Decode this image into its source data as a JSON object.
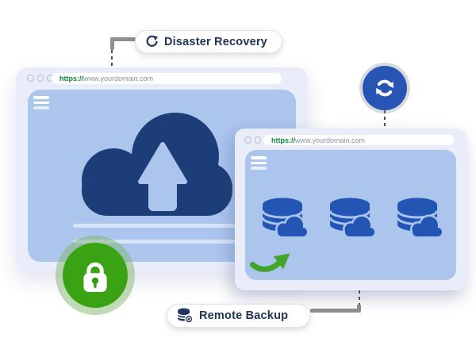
{
  "pills": {
    "disaster_recovery": {
      "label": "Disaster Recovery",
      "icon": "refresh-icon"
    },
    "remote_backup": {
      "label": "Remote Backup",
      "icon": "database-sync-icon"
    }
  },
  "windows": {
    "primary": {
      "scheme": "https://",
      "host": "www.yourdomain.com",
      "icons": [
        "menu-icon",
        "cloud-upload-icon"
      ]
    },
    "secondary": {
      "scheme": "https://",
      "host": "www.yourdomain.com",
      "icons": [
        "menu-icon",
        "database-cloud-icon",
        "database-cloud-icon",
        "database-cloud-icon",
        "growth-arrow-icon"
      ]
    }
  },
  "badges": {
    "security": {
      "icon": "lock-icon",
      "color": "#3aa313"
    },
    "sync": {
      "icon": "sync-icon",
      "color": "#2854b4"
    }
  },
  "colors": {
    "background": "#ffffff",
    "window_frame": "#e8edf9",
    "window_content": "#abc5ed",
    "cloud_navy": "#1c3d77",
    "database_blue": "#2355b5",
    "badge_green": "#3aa313",
    "arrow_green": "#44a42a",
    "https_green": "#0e8a3e",
    "url_gray": "#8d929c",
    "pill_text_navy": "#20335a",
    "connector_gray": "#8f8f8f"
  }
}
